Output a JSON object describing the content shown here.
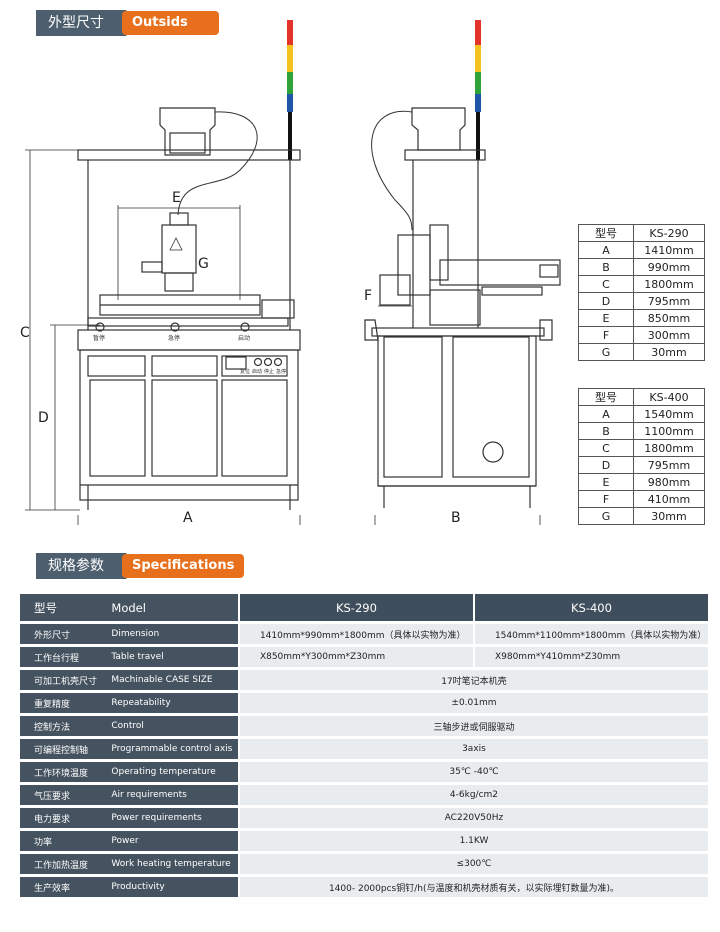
{
  "section1": {
    "title_cn": "外型尺寸",
    "title_en": "Outsids Dimension"
  },
  "section2": {
    "title_cn": "规格参数",
    "title_en": "Specifications"
  },
  "drawing": {
    "front_labels": {
      "C": "C",
      "D": "D",
      "A": "A",
      "E": "E",
      "G": "G"
    },
    "side_labels": {
      "B": "B",
      "F": "F"
    },
    "front_buttons": [
      "暂停",
      "急停",
      "启动"
    ],
    "panel_labels": [
      "复位",
      "启动",
      "停止",
      "急停"
    ],
    "light_colors": [
      "#e2322b",
      "#f6c21d",
      "#2fa33a",
      "#2155a8",
      "#111111"
    ]
  },
  "dimension_tables": [
    {
      "header": {
        "key": "型号",
        "value": "KS-290"
      },
      "rows": [
        {
          "key": "A",
          "value": "1410mm"
        },
        {
          "key": "B",
          "value": "990mm"
        },
        {
          "key": "C",
          "value": "1800mm"
        },
        {
          "key": "D",
          "value": "795mm"
        },
        {
          "key": "E",
          "value": "850mm"
        },
        {
          "key": "F",
          "value": "300mm"
        },
        {
          "key": "G",
          "value": "30mm"
        }
      ]
    },
    {
      "header": {
        "key": "型号",
        "value": "KS-400"
      },
      "rows": [
        {
          "key": "A",
          "value": "1540mm"
        },
        {
          "key": "B",
          "value": "1100mm"
        },
        {
          "key": "C",
          "value": "1800mm"
        },
        {
          "key": "D",
          "value": "795mm"
        },
        {
          "key": "E",
          "value": "980mm"
        },
        {
          "key": "F",
          "value": "410mm"
        },
        {
          "key": "G",
          "value": "30mm"
        }
      ]
    }
  ],
  "specs": {
    "header": {
      "cn": "型号",
      "en": "Model",
      "m1": "KS-290",
      "m2": "KS-400"
    },
    "rows": [
      {
        "cn": "外形尺寸",
        "en": "Dimension",
        "v1": "1410mm*990mm*1800mm（具体以实物为准）",
        "v2": "1540mm*1100mm*1800mm（具体以实物为准）"
      },
      {
        "cn": "工作台行程",
        "en": "Table travel",
        "v1": "X850mm*Y300mm*Z30mm",
        "v2": "X980mm*Y410mm*Z30mm"
      },
      {
        "cn": "可加工机壳尺寸",
        "en": "Machinable CASE SIZE",
        "v": "17吋笔记本机壳"
      },
      {
        "cn": "重复精度",
        "en": "Repeatability",
        "v": "±0.01mm"
      },
      {
        "cn": "控制方法",
        "en": "Control",
        "v": "三轴步进或伺服驱动"
      },
      {
        "cn": "可编程控制轴",
        "en": "Programmable control axis",
        "v": "3axis"
      },
      {
        "cn": "工作环境温度",
        "en": "Operating temperature",
        "v": "35℃ -40℃"
      },
      {
        "cn": "气压要求",
        "en": "Air requirements",
        "v": "4-6kg/cm2"
      },
      {
        "cn": "电力要求",
        "en": "Power requirements",
        "v": "AC220V50Hz"
      },
      {
        "cn": "功率",
        "en": "Power",
        "v": "1.1KW"
      },
      {
        "cn": "工作加热温度",
        "en": "Work heating temperature",
        "v": "≤300℃"
      },
      {
        "cn": "生产效率",
        "en": "Productivity",
        "v": "1400- 2000pcs铜钉/h(与温度和机壳材质有关，以实际埋钉数量为准)。"
      }
    ]
  }
}
